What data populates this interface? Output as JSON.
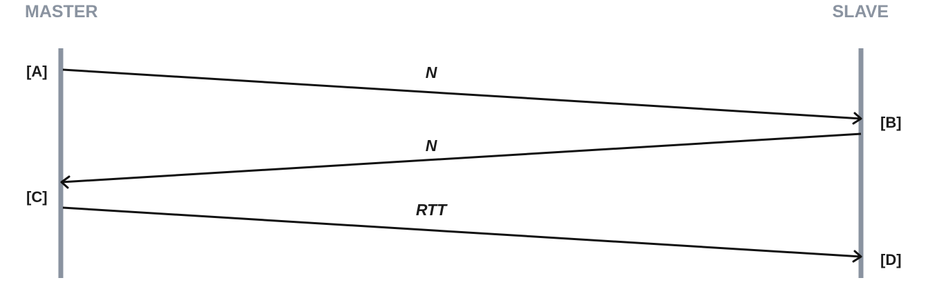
{
  "lanes": {
    "left": "MASTER",
    "right": "SLAVE"
  },
  "events": {
    "a": "[A]",
    "b": "[B]",
    "c": "[C]",
    "d": "[D]"
  },
  "messages": {
    "first": "N",
    "second": "N",
    "third": "RTT"
  },
  "colors": {
    "lifeline": "#8a93a0",
    "arrow": "#111111",
    "label": "#1c1c1c"
  }
}
